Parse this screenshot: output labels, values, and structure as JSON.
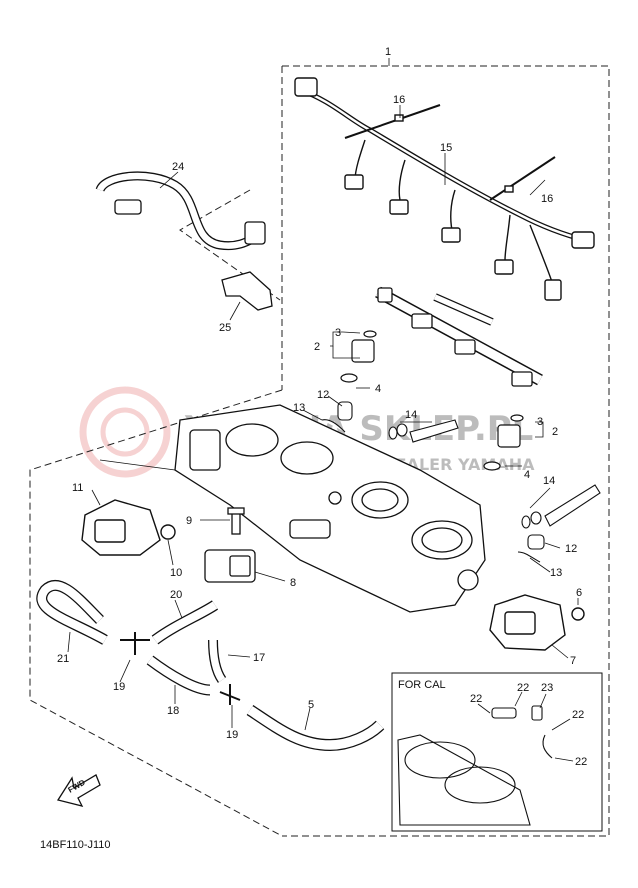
{
  "diagram": {
    "drawing_code": "14BF110-J110",
    "inset_title": "FOR CAL",
    "fwd_label": "FWD",
    "watermark_main": "YAMAHA SKLEP.PL",
    "watermark_sub": "SKLEP DEALER YAMAHA",
    "callouts": {
      "c1": "1",
      "c2a": "2",
      "c2b": "2",
      "c3a": "3",
      "c3b": "3",
      "c4a": "4",
      "c4b": "4",
      "c5": "5",
      "c6": "6",
      "c7": "7",
      "c8": "8",
      "c9": "9",
      "c10": "10",
      "c11": "11",
      "c12a": "12",
      "c12b": "12",
      "c13a": "13",
      "c13b": "13",
      "c14a": "14",
      "c14b": "14",
      "c15": "15",
      "c16a": "16",
      "c16b": "16",
      "c17": "17",
      "c18": "18",
      "c19a": "19",
      "c19b": "19",
      "c20": "20",
      "c21": "21",
      "c22a": "22",
      "c22b": "22",
      "c22c": "22",
      "c22d": "22",
      "c23": "23",
      "c24": "24",
      "c25": "25"
    }
  }
}
